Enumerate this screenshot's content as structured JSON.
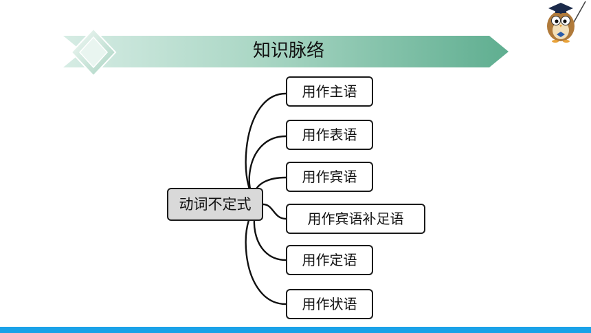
{
  "header": {
    "title": "知识脉络"
  },
  "diagram": {
    "root": "动词不定式",
    "branches": [
      "用作主语",
      "用作表语",
      "用作宾语",
      "用作宾语补足语",
      "用作定语",
      "用作状语"
    ]
  },
  "colors": {
    "banner_light": "#c8e6dc",
    "banner_dark": "#5fae90",
    "root_fill": "#d9d9d9",
    "bottom_bar": "#1aa2e8"
  },
  "icons": {
    "mascot": "owl-teacher-icon"
  }
}
